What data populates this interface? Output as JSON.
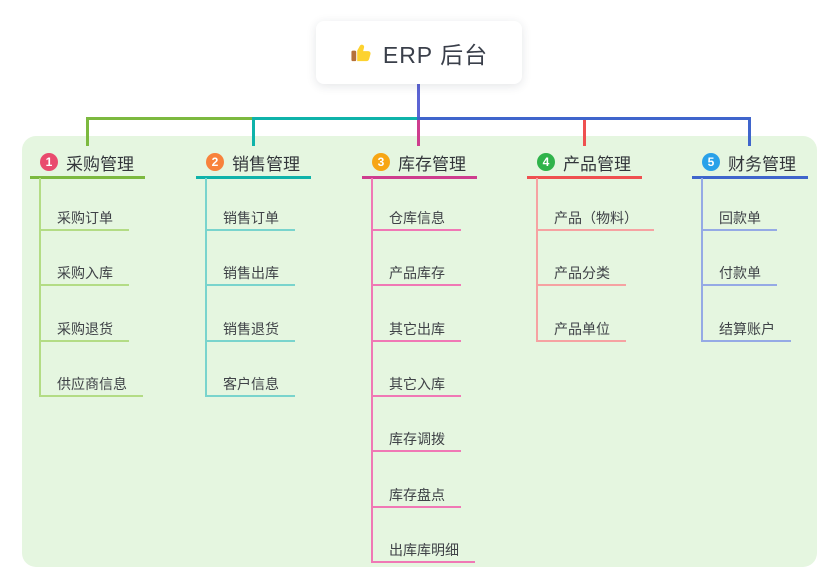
{
  "canvas": {
    "background": "#ffffff",
    "panel_background": "#e5f6e0",
    "root_connector_color": "#5c64d4"
  },
  "root": {
    "label": "ERP 后台",
    "icon": "thumbs-up-icon"
  },
  "branches": [
    {
      "badge": "1",
      "label": "采购管理",
      "color": "#7cb93f",
      "light_color": "#b3dc85",
      "badge_color": "#e94b6e",
      "children": [
        "采购订单",
        "采购入库",
        "采购退货",
        "供应商信息"
      ]
    },
    {
      "badge": "2",
      "label": "销售管理",
      "color": "#0fb3aa",
      "light_color": "#79d4cd",
      "badge_color": "#f8823c",
      "children": [
        "销售订单",
        "销售出库",
        "销售退货",
        "客户信息"
      ]
    },
    {
      "badge": "3",
      "label": "库存管理",
      "color": "#ce3d8e",
      "light_color": "#f078b5",
      "badge_color": "#f7a614",
      "children": [
        "仓库信息",
        "产品库存",
        "其它出库",
        "其它入库",
        "库存调拨",
        "库存盘点",
        "出库库明细"
      ]
    },
    {
      "badge": "4",
      "label": "产品管理",
      "color": "#ef5050",
      "light_color": "#f6a2a2",
      "badge_color": "#2fb34a",
      "children": [
        "产品（物料）",
        "产品分类",
        "产品单位"
      ]
    },
    {
      "badge": "5",
      "label": "财务管理",
      "color": "#3f65cc",
      "light_color": "#95aae5",
      "badge_color": "#29a1e9",
      "children": [
        "回款单",
        "付款单",
        "结算账户"
      ]
    }
  ]
}
